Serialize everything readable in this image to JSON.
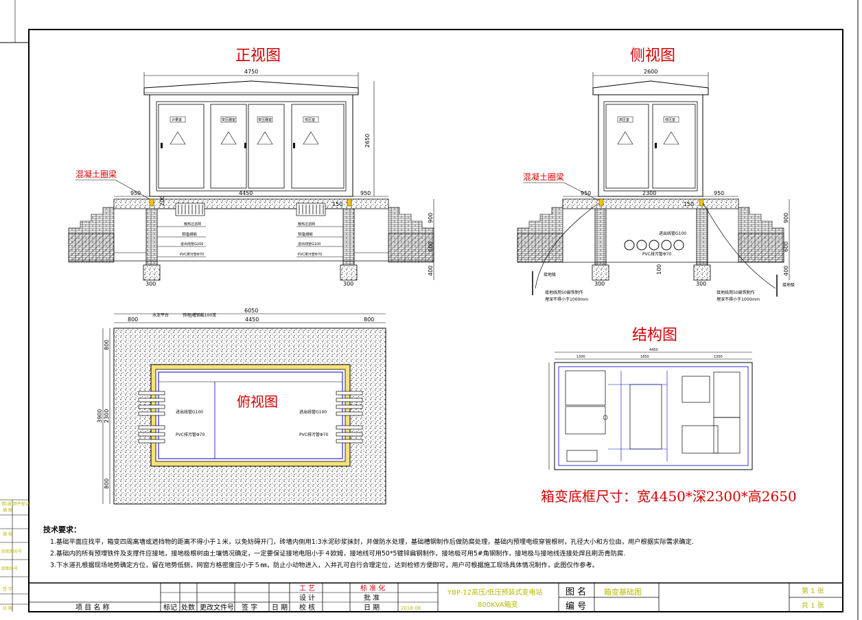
{
  "views": {
    "front_title": "正视图",
    "side_title": "侧视图",
    "top_title": "俯视图",
    "struct_title": "结构图"
  },
  "front": {
    "width_dim": "4750",
    "inner_dim": "4450",
    "height_dim": "2650",
    "left_gap": "950",
    "right_gap": "950",
    "gap_150": "150",
    "dim_900": "900",
    "dim_600": "600",
    "dim_400": "400",
    "dim_300a": "300",
    "dim_300b": "300",
    "dim_200": "200",
    "beam_label": "混凝土圈梁",
    "door_labels": [
      "计量室",
      "变压器室",
      "变压器室",
      "低压室"
    ],
    "left_notes": [
      "散热过滤网",
      "预埋J槽钢",
      "进出线管G100",
      "PVC排污管Φ70"
    ],
    "right_notes": [
      "散热过滤网",
      "预埋J槽钢",
      "进出线管G100",
      "PVC排污管Φ70"
    ]
  },
  "side": {
    "width_dim": "2600",
    "inner_dim": "2300",
    "left_gap": "950",
    "right_gap": "950",
    "gap_150": "150",
    "beam_label": "混凝土圈梁",
    "door_labels": [
      "高压室",
      "低压室"
    ],
    "pipe_label": "进出线管G100",
    "pvc_label": "PVC排污管Φ70",
    "ground_left": "接地极",
    "ground_right": "接地极",
    "ground_note_l1": "接地线用50扁铁制作",
    "ground_note_l2": "埋深不得小于1000mm",
    "ground_note_r1": "接地线用50扁铁制作",
    "ground_note_r2": "埋深不得小于1000mm",
    "dim_900": "900",
    "dim_600": "600",
    "dim_400": "400",
    "dim_100": "100",
    "dim_300a": "300",
    "dim_300b": "300"
  },
  "top": {
    "total_width": "6050",
    "inner_width": "4450",
    "left_margin": "800",
    "right_margin": "800",
    "platform_label": "水泥平台",
    "channel_label": "预埋J槽钢截100宽",
    "height_total": "3900",
    "height_inner": "2300",
    "top_margin": "800",
    "bottom_margin": "800",
    "pipe_left": "进出线管G100",
    "pvc_left": "PVC排污管Φ70",
    "pipe_right": "进出线管G100",
    "pvc_right": "PVC排污管Φ70"
  },
  "structure": {
    "caption": "箱变底框尺寸：宽4450*深2300*高2650",
    "dims": [
      "4450",
      "1300",
      "1850",
      "1300"
    ]
  },
  "notes": {
    "heading": "技术要求：",
    "items": [
      "1.基础平面应找平，箱变四周离墙或遮挡物的距离不得小于１米，以免妨碍开门，砖墙内侧用1:3水泥砂浆抹封，并做防水处理，基础槽钢制作后做防腐处理，基础内预埋电缆穿管根树，孔径大小和方位由，用户根据实际需求确定.",
      "2.基础内的所有预埋铁件及支撑件应接地，接地极根树由土壤情况确定，一定要保证接地电阻小于４欧姆，接地线可用50*5镀锌扁钢制作，接地极可用5#角钢制作，接地极与接地线连接处焊且刷沥青防腐.",
      "3.下水道孔根据现场地势确定方位，留在地势低侧，网窗方格密度应小于５㎜，防止小动物进入，入井孔可自行合理定位，达到检修方便即可，用户可根据施工现场具体情况制作，此图仅作参考。"
    ]
  },
  "title_block": {
    "project_name": "项 目 名 称",
    "cols": [
      "标记",
      "处数",
      "更改文件号",
      "签 字",
      "日 期"
    ],
    "row_a": [
      "工 艺",
      "标 准 化"
    ],
    "row_b": [
      "设 计",
      "批 准"
    ],
    "row_c": [
      "校 核",
      "日 期"
    ],
    "date_val": "2018-08",
    "product_line1": "YBP-12高压/低压预装式变电站",
    "product_line2": "800KVA箱变",
    "fig_name_label": "图 名",
    "fig_name_value": "箱变基础图",
    "number_label": "编 号",
    "sheet": "第 1 张",
    "total": "共 1 张"
  },
  "left_strip": [
    "借(通)用件登记",
    "描 图",
    "描 校",
    "旧底图总号",
    "底图总号",
    "签 字",
    "日 期"
  ]
}
